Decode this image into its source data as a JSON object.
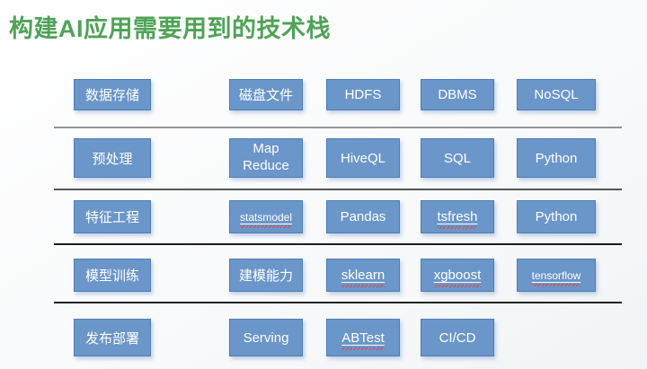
{
  "title": "构建AI应用需要用到的技术栈",
  "colors": {
    "title_green": "#4fa357",
    "box_fill_blue": "#6b96c9",
    "box_border_blue": "#4f7db5",
    "text_white": "#ffffff",
    "squiggle_red": "#e04b3f",
    "divider_gray": "#949494",
    "divider_dark": "#1c1c1c"
  },
  "rows": [
    {
      "category": "数据存储",
      "cells": [
        {
          "label": "磁盘文件"
        },
        {
          "label": "HDFS"
        },
        {
          "label": "DBMS"
        },
        {
          "label": "NoSQL"
        }
      ]
    },
    {
      "category": "预处理",
      "cells": [
        {
          "label": "Map Reduce"
        },
        {
          "label": "HiveQL"
        },
        {
          "label": "SQL"
        },
        {
          "label": "Python"
        }
      ]
    },
    {
      "category": "特征工程",
      "cells": [
        {
          "label": "statsmodel"
        },
        {
          "label": "Pandas"
        },
        {
          "label": "tsfresh"
        },
        {
          "label": "Python"
        }
      ]
    },
    {
      "category": "模型训练",
      "cells": [
        {
          "label": "建模能力"
        },
        {
          "label": "sklearn"
        },
        {
          "label": "xgboost"
        },
        {
          "label": "tensorflow"
        }
      ]
    },
    {
      "category": "发布部署",
      "cells": [
        {
          "label": "Serving"
        },
        {
          "label": "ABTest"
        },
        {
          "label": "CI/CD"
        }
      ]
    }
  ]
}
